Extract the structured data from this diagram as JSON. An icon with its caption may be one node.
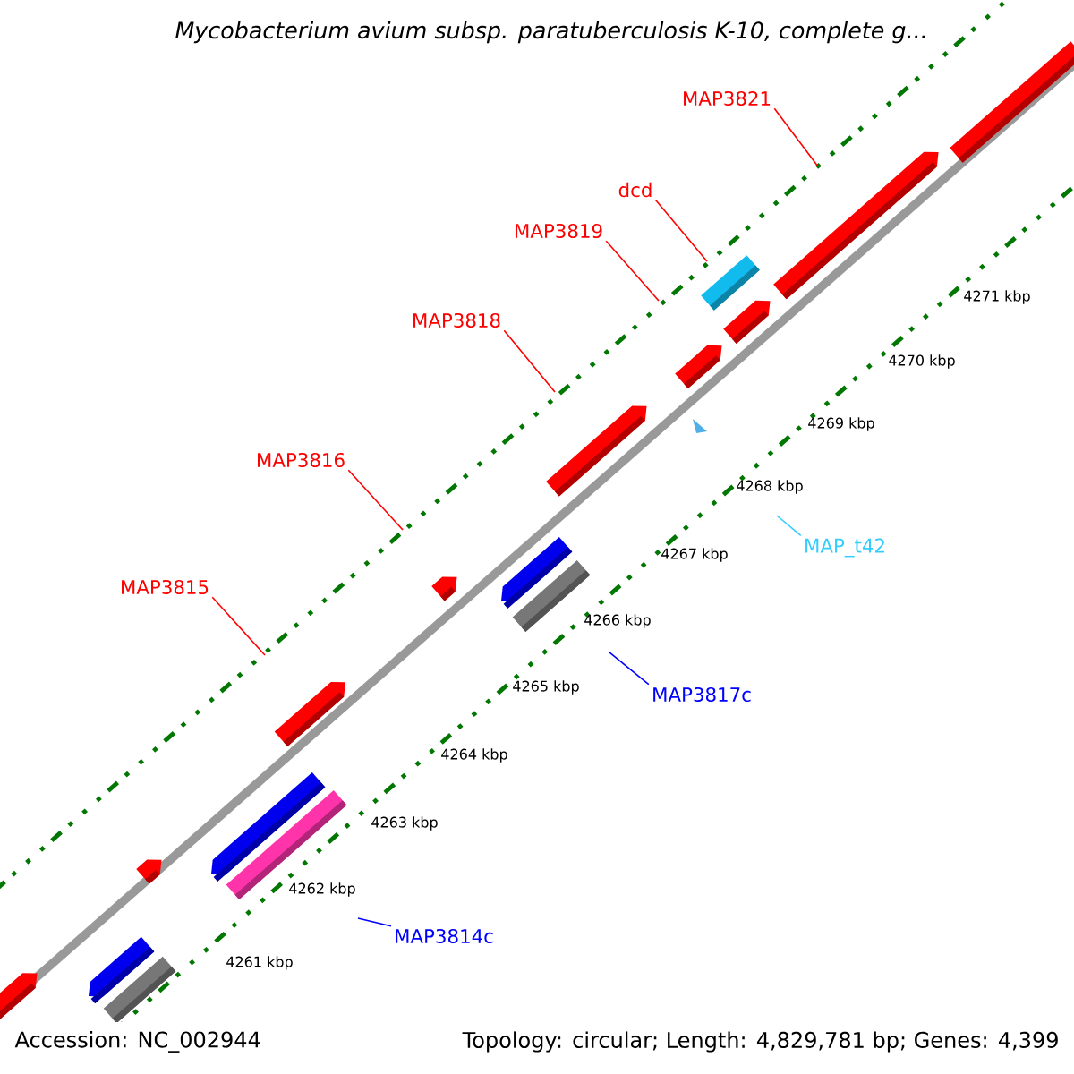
{
  "diagram": {
    "title": "Mycobacterium avium subsp. paratuberculosis K-10, complete g...",
    "nodes": [
      {
        "text": [
          "MAP3821"
        ]
      },
      {
        "text": [
          "dcd"
        ]
      },
      {
        "text": [
          "MAP3819"
        ]
      },
      {
        "text": [
          "MAP3818"
        ]
      },
      {
        "text": [
          "MAP3816"
        ]
      },
      {
        "text": [
          "MAP3815"
        ]
      },
      {
        "text": [
          "MAP_t42"
        ]
      },
      {
        "text": [
          "MAP3817c"
        ]
      },
      {
        "text": [
          "MAP3814c"
        ]
      }
    ],
    "edges": [
      {
        "from": 0,
        "to": null,
        "arrow": "none"
      },
      {
        "from": 1,
        "to": null,
        "arrow": "none"
      },
      {
        "from": 2,
        "to": null,
        "arrow": "none"
      },
      {
        "from": 3,
        "to": null,
        "arrow": "none"
      },
      {
        "from": 4,
        "to": null,
        "arrow": "none"
      },
      {
        "from": 5,
        "to": null,
        "arrow": "none"
      },
      {
        "from": 6,
        "to": null,
        "arrow": "none",
        "color": "#33ccff"
      },
      {
        "from": 7,
        "to": null,
        "arrow": "none",
        "color": "#0000ff"
      },
      {
        "from": 8,
        "to": null,
        "arrow": "none",
        "color": "#0000ff"
      }
    ],
    "labels": [
      "4271 kbp",
      "4270 kbp",
      "4269 kbp",
      "4268 kbp",
      "4267 kbp",
      "4266 kbp",
      "4265 kbp",
      "4264 kbp",
      "4263 kbp",
      "4262 kbp",
      "4261 kbp",
      "Accession: NC_002944",
      "Topology: circular; Length: 4,829,781 bp; Genes: 4,399"
    ]
  }
}
